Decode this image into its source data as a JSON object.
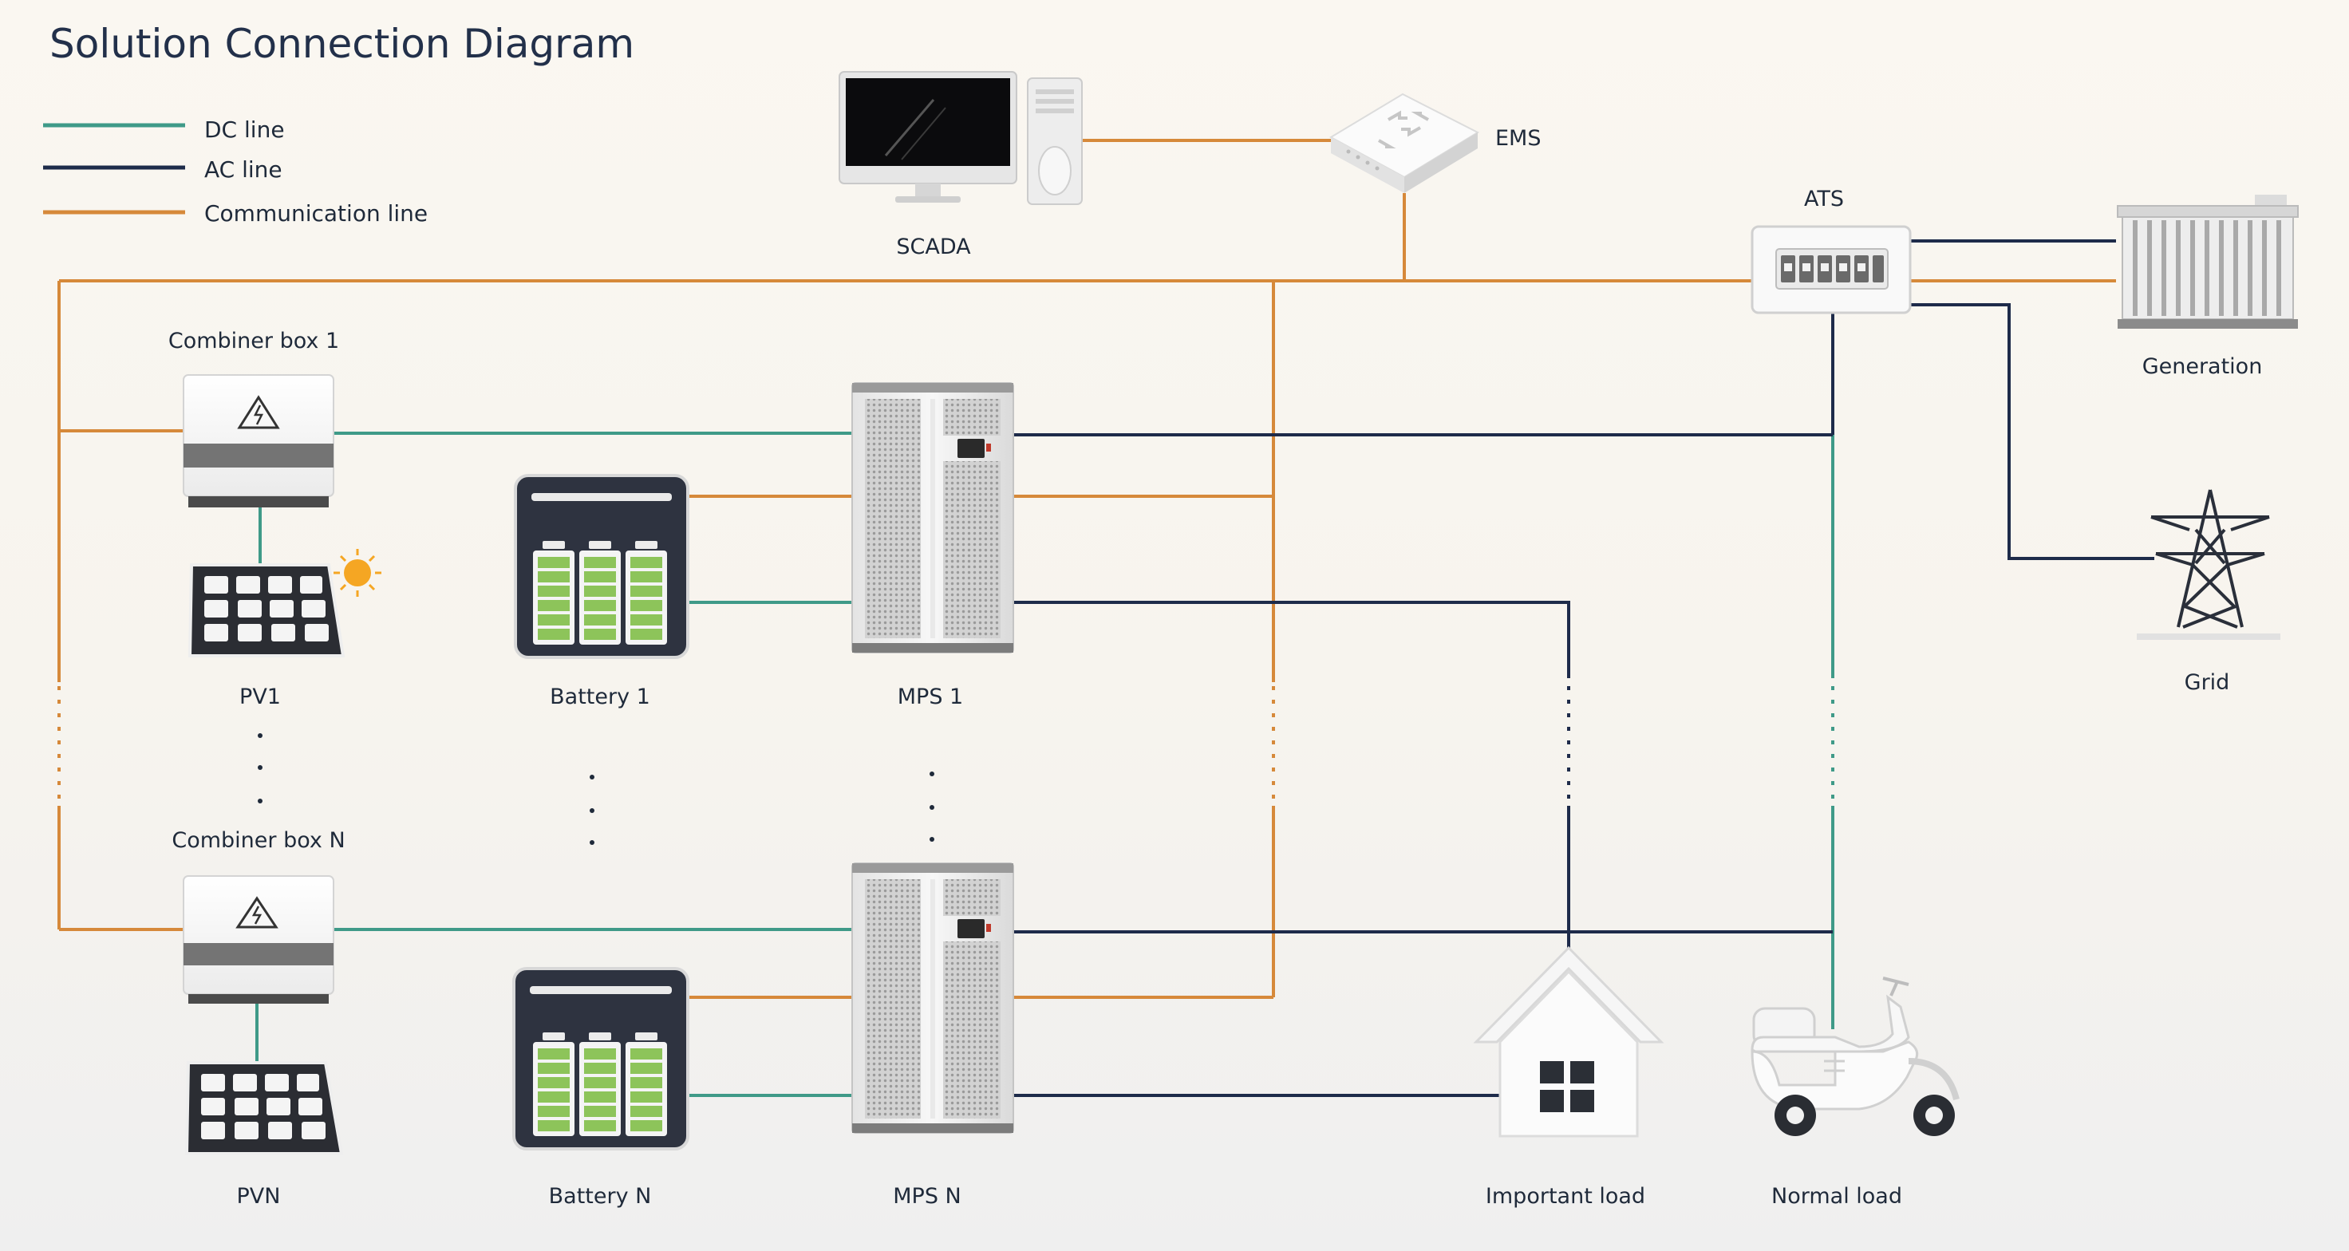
{
  "title": "Solution Connection Diagram",
  "legend": {
    "dc": "DC line",
    "ac": "AC line",
    "comm": "Communication line"
  },
  "colors": {
    "dc_line": "#3f9a88",
    "ac_line": "#1e2b4a",
    "comm_line": "#d6893a",
    "battery_cell": "#8dc45a"
  },
  "nodes": {
    "scada": "SCADA",
    "ems": "EMS",
    "ats": "ATS",
    "generation": "Generation",
    "grid": "Grid",
    "combiner_1": "Combiner box 1",
    "combiner_n": "Combiner box N",
    "pv_1": "PV1",
    "pv_n": "PVN",
    "battery_1": "Battery 1",
    "battery_n": "Battery N",
    "mps_1": "MPS 1",
    "mps_n": "MPS N",
    "important_load": "Important load",
    "normal_load": "Normal load"
  },
  "icons": [
    "monitor-icon",
    "pc-tower-icon",
    "ems-router-icon",
    "ats-switch-icon",
    "generator-icon",
    "grid-tower-icon",
    "combiner-box-icon",
    "solar-panel-icon",
    "sun-icon",
    "battery-icon",
    "mps-cabinet-icon",
    "house-icon",
    "scooter-icon"
  ]
}
